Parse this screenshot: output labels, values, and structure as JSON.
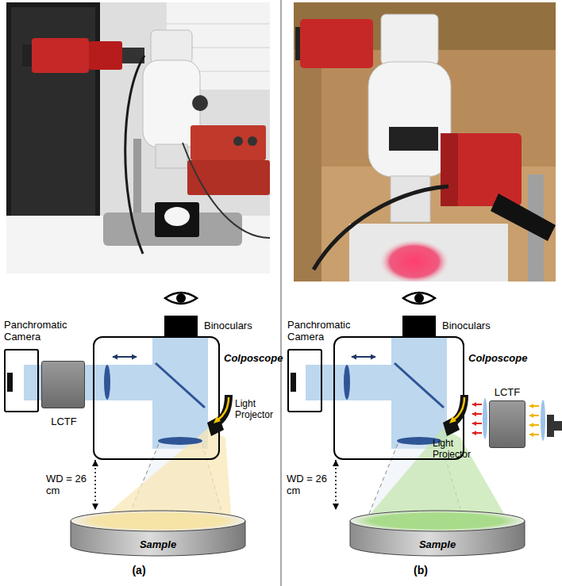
{
  "diagram": {
    "nodes": [
      {
        "text": [
          "Colposcope"
        ]
      },
      {
        "text": [
          "Binoculars"
        ]
      },
      {
        "text": [
          "Panchromatic Camera"
        ]
      },
      {
        "text": [
          "LCTF"
        ]
      },
      {
        "text": [
          "Light Projector"
        ],
        "in": 0
      },
      {
        "text": [
          "Sample"
        ]
      },
      {
        "text": [
          "Colposcope"
        ]
      },
      {
        "text": [
          "Binoculars"
        ]
      },
      {
        "text": [
          "Panchromatic Camera"
        ]
      },
      {
        "text": [
          "LCTF"
        ]
      },
      {
        "text": [
          "Light Projector"
        ],
        "in": 6
      },
      {
        "text": [
          "Sample"
        ]
      }
    ],
    "edges": [
      {
        "from": 0,
        "to": 5,
        "label": "WD = 26 cm",
        "arrow": "both"
      },
      {
        "from": 6,
        "to": 11,
        "label": "WD = 26 cm",
        "arrow": "both"
      }
    ],
    "labels": [
      "(a)",
      "(b)"
    ]
  }
}
